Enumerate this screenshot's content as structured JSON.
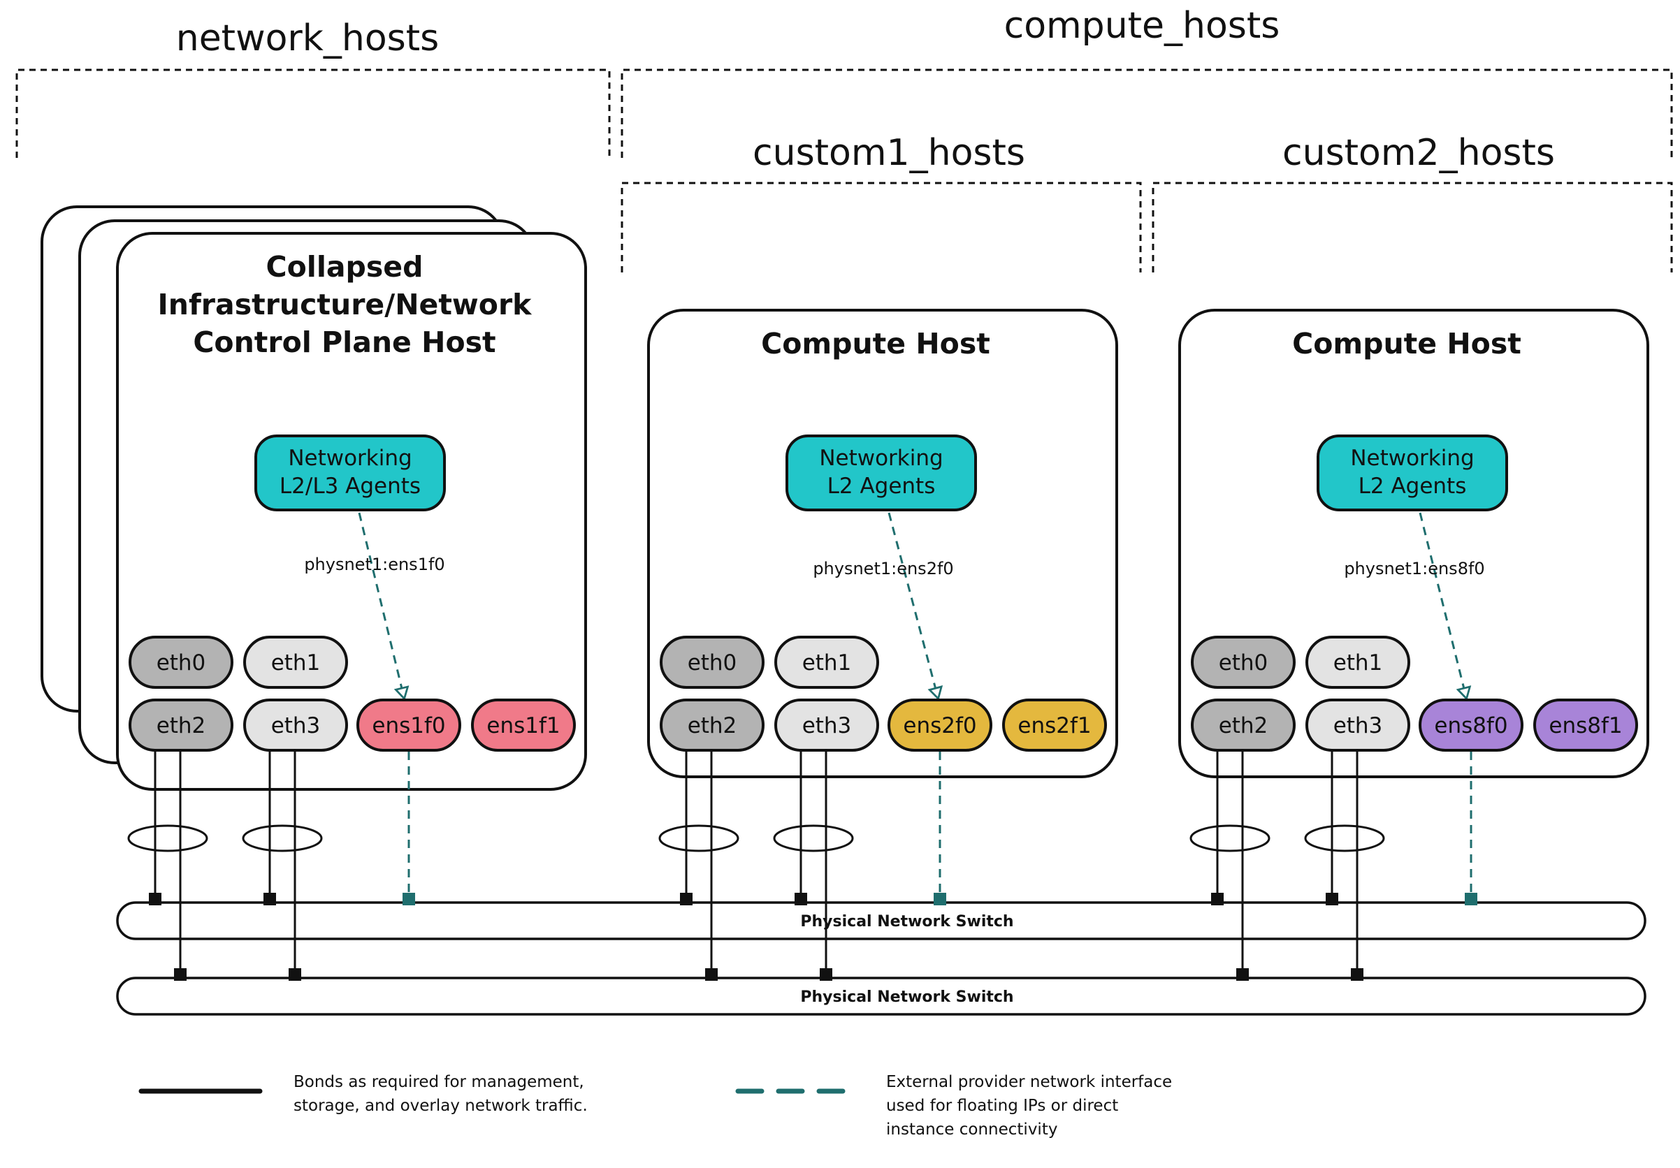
{
  "groups": {
    "network_hosts": "network_hosts",
    "compute_hosts": "compute_hosts",
    "custom1_hosts": "custom1_hosts",
    "custom2_hosts": "custom2_hosts"
  },
  "hosts": [
    {
      "title_lines": [
        "Collapsed",
        "Infrastructure/Network",
        "Control Plane Host"
      ],
      "agent_lines": [
        "Networking",
        "L2/L3 Agents"
      ],
      "physnet": "physnet1:ens1f0",
      "nics": [
        "eth0",
        "eth1",
        "eth2",
        "eth3",
        "ens1f0",
        "ens1f1"
      ],
      "provider_color": "#f07a89"
    },
    {
      "title_lines": [
        "Compute Host"
      ],
      "agent_lines": [
        "Networking",
        "L2 Agents"
      ],
      "physnet": "physnet1:ens2f0",
      "nics": [
        "eth0",
        "eth1",
        "eth2",
        "eth3",
        "ens2f0",
        "ens2f1"
      ],
      "provider_color": "#e4b83e"
    },
    {
      "title_lines": [
        "Compute Host"
      ],
      "agent_lines": [
        "Networking",
        "L2 Agents"
      ],
      "physnet": "physnet1:ens8f0",
      "nics": [
        "eth0",
        "eth1",
        "eth2",
        "eth3",
        "ens8f0",
        "ens8f1"
      ],
      "provider_color": "#a884d8"
    }
  ],
  "switches": [
    "Physical Network Switch",
    "Physical Network Switch"
  ],
  "legend": {
    "bonds_lines": [
      "Bonds as required for management,",
      "storage, and overlay network traffic."
    ],
    "provider_lines": [
      "External provider network interface",
      "used for floating IPs or direct",
      "instance connectivity"
    ]
  },
  "colors": {
    "agent": "#22c6c9",
    "eth_dark": "#b3b3b3",
    "eth_light": "#e3e3e3",
    "teal_line": "#1f6e6e"
  },
  "icons": {
    "bond": "bond-ring-icon",
    "arrowhead": "open-arrowhead-icon",
    "switch_port": "switch-port-icon"
  }
}
